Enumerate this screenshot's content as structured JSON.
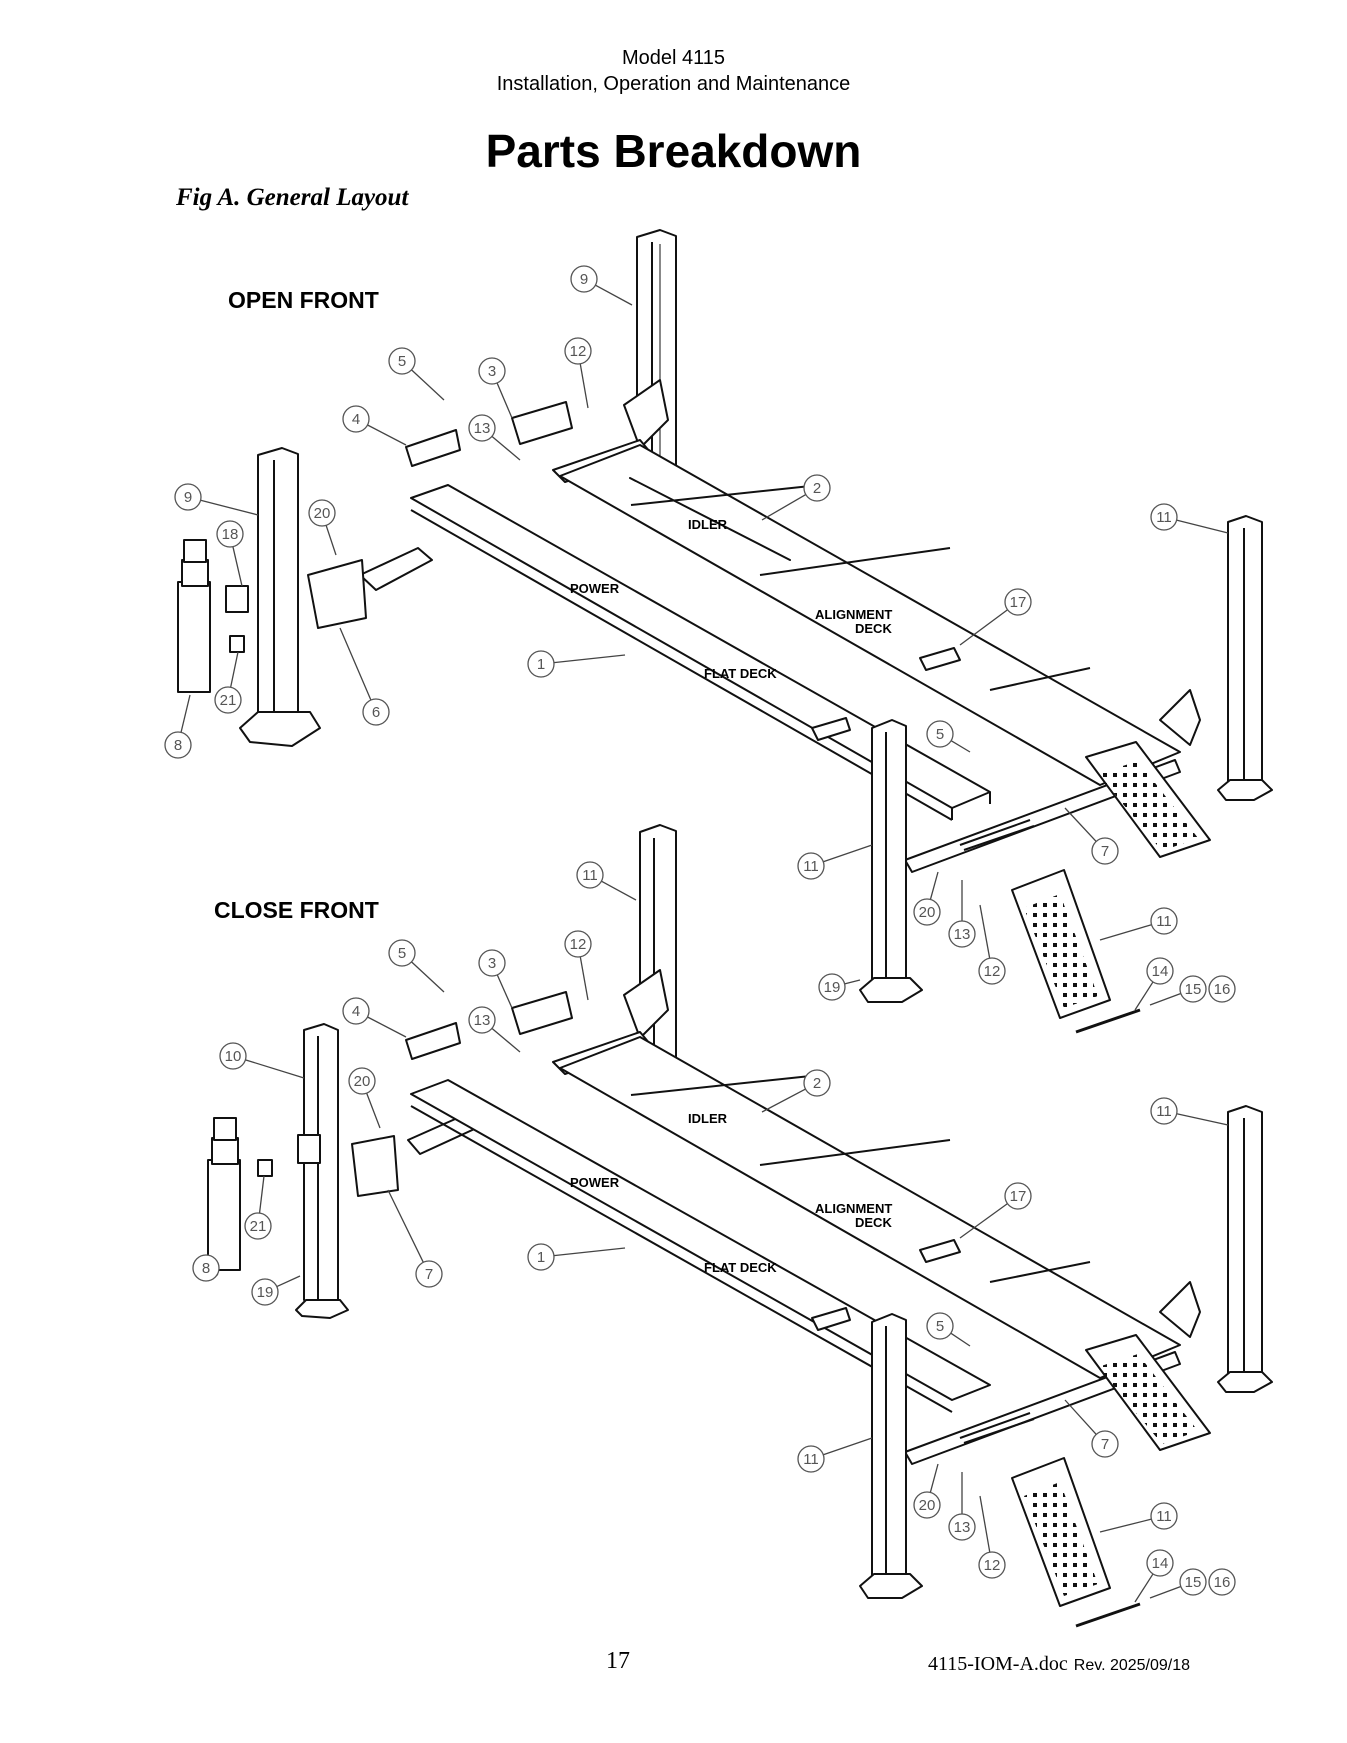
{
  "header": {
    "model": "Model 4115",
    "subtitle": "Installation, Operation and Maintenance"
  },
  "page_title": "Parts Breakdown",
  "figure_caption": "Fig A.  General Layout",
  "sections": {
    "open": {
      "heading": "OPEN FRONT",
      "labels": {
        "idler": "IDLER",
        "power": "POWER",
        "alignment": "ALIGNMENT",
        "deck": "DECK",
        "flat_deck": "FLAT DECK"
      },
      "callouts": {
        "c9a": "9",
        "c5a": "5",
        "c3": "3",
        "c12a": "12",
        "c4": "4",
        "c13a": "13",
        "c9b": "9",
        "c20a": "20",
        "c18": "18",
        "c2": "2",
        "c11a": "11",
        "c17": "17",
        "c21": "21",
        "c8": "8",
        "c6": "6",
        "c1": "1",
        "c5b": "5",
        "c7": "7",
        "c11b": "11",
        "c20b": "20",
        "c13b": "13",
        "c11c": "11",
        "c12b": "12",
        "c19": "19",
        "c14": "14",
        "c15": "15",
        "c16": "16"
      }
    },
    "close": {
      "heading": "CLOSE FRONT",
      "labels": {
        "idler": "IDLER",
        "power": "POWER",
        "alignment": "ALIGNMENT",
        "deck": "DECK",
        "flat_deck": "FLAT DECK"
      },
      "callouts": {
        "c11a": "11",
        "c5a": "5",
        "c3": "3",
        "c12a": "12",
        "c4": "4",
        "c13a": "13",
        "c10": "10",
        "c20a": "20",
        "c2": "2",
        "c11b": "11",
        "c17": "17",
        "c8": "8",
        "c21": "21",
        "c7a": "7",
        "c19": "19",
        "c1": "1",
        "c5b": "5",
        "c7b": "7",
        "c11c": "11",
        "c20b": "20",
        "c13b": "13",
        "c11d": "11",
        "c12b": "12",
        "c14": "14",
        "c15": "15",
        "c16": "16"
      }
    }
  },
  "footer": {
    "page_number": "17",
    "doc_id": "4115-IOM-A.doc",
    "revision": "Rev. 2025/09/18"
  }
}
